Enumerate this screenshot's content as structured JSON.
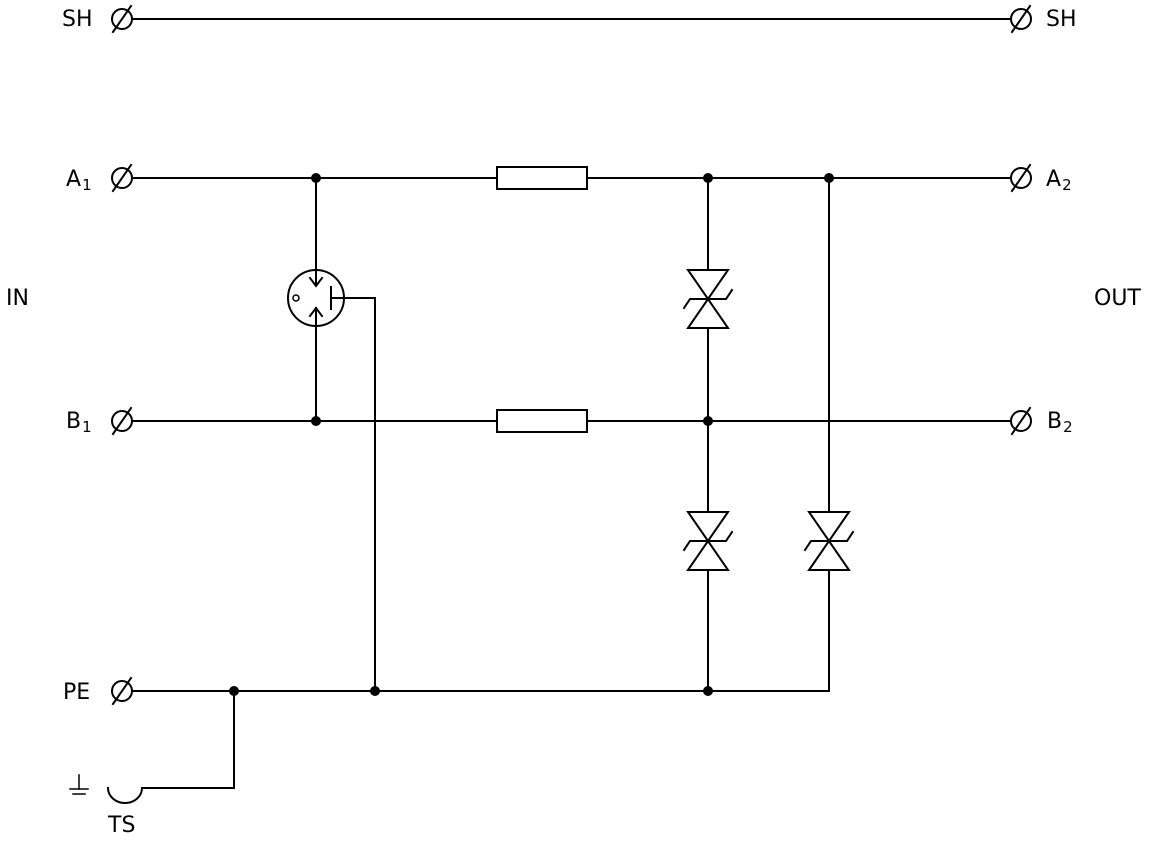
{
  "terminals": {
    "sh_left": "SH",
    "sh_right": "SH",
    "a1": {
      "letter": "A",
      "index": "1"
    },
    "a2": {
      "letter": "A",
      "index": "2"
    },
    "b1": {
      "letter": "B",
      "index": "1"
    },
    "b2": {
      "letter": "B",
      "index": "2"
    },
    "pe": "PE",
    "ts": "TS"
  },
  "sides": {
    "input": "IN",
    "output": "OUT"
  },
  "icons": {
    "terminal": "terminal-connector-icon",
    "resistor": "resistor-icon",
    "gas_discharge_tube": "gas-discharge-tube-icon",
    "suppressor_diode": "bidirectional-tvs-diode-icon",
    "earth": "ground-icon",
    "ts_clip": "ts-clip-icon"
  },
  "colors": {
    "line": "#000000",
    "background": "#ffffff"
  }
}
